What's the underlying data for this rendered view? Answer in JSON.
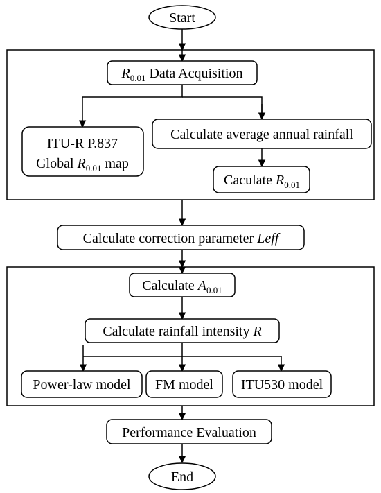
{
  "flowchart": {
    "start": "Start",
    "end": "End",
    "r001": {
      "main": "R",
      "sub": "0.01"
    },
    "data_acquisition_suffix": "Data Acquisition",
    "itu_line1": "ITU-R P.837",
    "itu_line2_prefix": "Global ",
    "itu_line2_suffix": "map",
    "calc_avg_rainfall": "Calculate average annual rainfall",
    "cauculate_prefix": "Caculate ",
    "correction_prefix": "Calculate correction parameter ",
    "correction_param": "Leff",
    "calc_prefix": "Calculate ",
    "a001": {
      "main": "A",
      "sub": "0.01"
    },
    "rain_intensity_prefix": "Calculate rainfall intensity ",
    "rain_intensity_var": "R",
    "power_law": "Power-law model",
    "fm_model": "FM model",
    "itu530_model": "ITU530 model",
    "performance": "Performance Evaluation"
  }
}
